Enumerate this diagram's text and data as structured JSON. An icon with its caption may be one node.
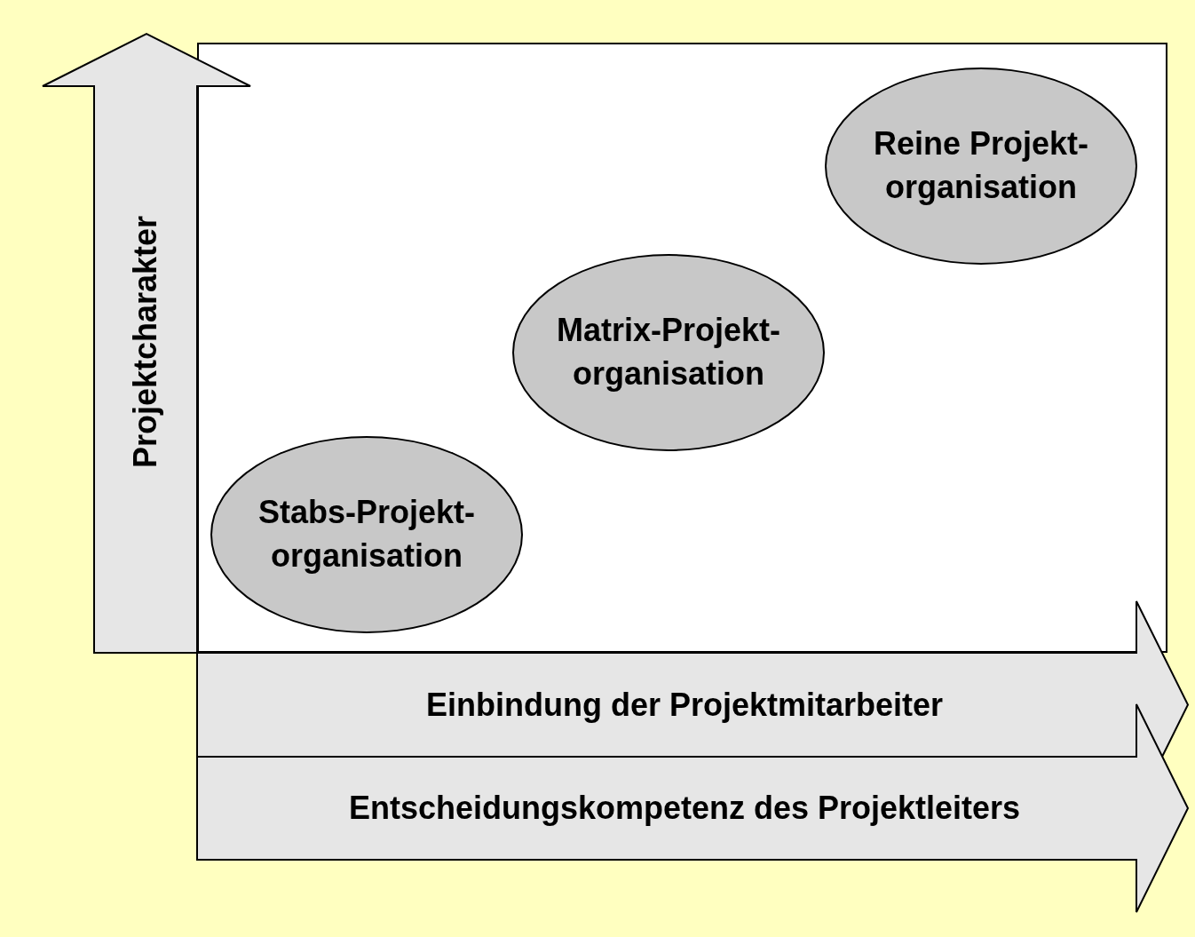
{
  "diagram": {
    "nodes": [
      {
        "text": [],
        "shape": "box"
      },
      {
        "text": [
          "Reine Projekt- organisation"
        ],
        "in": 0
      },
      {
        "text": [
          "Matrix-Projekt- organisation"
        ],
        "in": 0
      },
      {
        "text": [
          "Stabs-Projekt- organisation"
        ],
        "in": 0
      },
      {
        "text": [
          "Projektcharakter"
        ]
      },
      {
        "text": [
          "Einbindung der Projektmitarbeiter"
        ]
      },
      {
        "text": [
          "Entscheidungskompetenz des Projektleiters"
        ]
      }
    ]
  }
}
